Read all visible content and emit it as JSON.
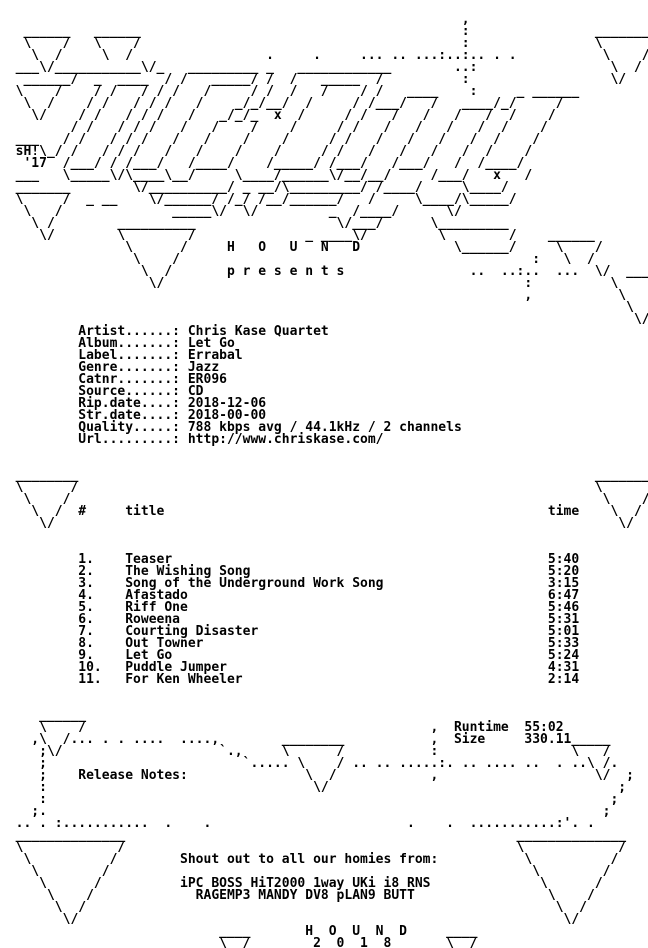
{
  "text_color": "#000000",
  "background_color": "#ffffff",
  "lines": [
    "                                                           ,",
    "   ______   ______                                         :                ________",
    "   \\    /   \\    /                                         :                \\      /",
    "    \\  /     \\  /                 .     .     ... .. ...:..:.. . .           \\    /",
    "  ___\\/___________\\/_   _________ _   ____________        ..:                 \\  /  ______",
    "   ______/  _  ____  / /   _____/ /  /   _____  /          :                  \\/   \\    /",
    "  \\    /    / /   / / /   /     / /  /   /    / /   ____    :     _ ______          \\  /",
    "   \\  /    / /   / / /   /    _/_/__/  /     / /___/   /   ____/_/     /            \\/",
    "    \\/    / /   / / /   /   _/_/_  x  /     / /   /   /   /   /  /    /              ____",
    "         / /   / / /   /   /    /    /     / /   /   /   /   /  /    /               \\  /",
    "  ___   / /   / / /   /   /    /    /     / /   /   /   /   /  /    /                 \\/",
    "  sH!\\_/ /   / / /   /   /    /    /     / /   /   /   /   /  /    /",
    "   '17  /___/ / /___/   /____/    /_____/ /___/   /___/   /  /____/",
    "  ___   \\_____\\/\\____\\__/     \\____/______\\/__/__/     /___/   x   /               x",
    "  _______        \\/__________/ _ __/\\_________/ /____/     \\____/",
    "  \\     /  _ __    \\/______/ /_/ /__/______/   /     \\____/\\_____/",
    "   \\   /              _____\\/  \\/         _  /____/      \\/",
    "    \\ /        __________                  \\/___/      \\_________",
    "     \\/        \\        /              _ ____\\/         \\        /    ______",
    "                \\      /     H   O   U   N   D            \\______/     \\    /",
    "                 \\    /                                             :   \\  /",
    "                  \\  /       p r e s e n t s                ..  ..:..  ...  \\/  ________",
    "                   \\/                                              :          \\      /",
    "                                                                   ,           \\    /",
    "                                                                                \\  /",
    "                                                                                 \\/",
    "          Artist......: Chris Kase Quartet",
    "          Album.......: Let Go",
    "          Label.......: Errabal",
    "          Genre.......: Jazz",
    "          Catnr.......: ER096",
    "          Source......: CD",
    "          Rip.date....: 2018-12-06",
    "          Str.date....: 2018-00-00",
    "          Quality.....: 788 kbps avg / 44.1kHz / 2 channels",
    "          Url.........: http://www.chriskase.com/",
    "",
    "",
    "  ________                                                                  ________",
    "  \\      /                                                                  \\      /",
    "   \\    /                                                                    \\    /",
    "    \\  /  #     title                                                 time    \\  /",
    "     \\/                                                                        \\/",
    "",
    "",
    "          1.    Teaser                                                5:40",
    "          2.    The Wishing Song                                      5:20",
    "          3.    Song of the Underground Work Song                     3:15",
    "          4.    Afastado                                              6:47",
    "          5.    Riff One                                              5:46",
    "          6.    Roweena                                               5:31",
    "          7.    Courting Disaster                                     5:01",
    "          8.    Out Towner                                            5:33",
    "          9.    Let Go                                                5:24",
    "          10.   Puddle Jumper                                         4:31",
    "          11.   For Ken Wheeler                                       2:14",
    "",
    "",
    "     ______",
    "     \\    /                                            ,  Runtime  55:02",
    "    ,\\  /... . . ....  ....,        ________           ,  Size     330.11_____",
    "     ;\\/                    `.,     \\      /           :                 \\   /",
    "     ;                         `..... \\    / .. .. .....:. .. .... ..  . ..\\ /.",
    "     ;    Release Notes:               \\  /            ,                    \\/  ;",
    "     :                                  \\/                                     ;",
    "     :                                                                        ;",
    "    ;.                                                                       ;",
    "  .. . :...........  .    .                         .    .  ...........:'. .",
    "  ______________                                                  ______________",
    "  \\            /                                                  \\            /",
    "   \\          /        Shout out to all our homies from:           \\          /",
    "    \\        /                                                      \\        /",
    "     \\      /          iPC BOSS HiT2000 1way UKi i8 RNS              \\      /",
    "      \\    /             RAGEMP3 MANDY DV8 pLAN9 BUTT                 \\    /",
    "       \\  /                                                            \\  /",
    "        \\/                                                              \\/",
    "                            ____       H  O  U  N  D     ____",
    "                            \\  /        2  0  1  8       \\  /",
    "                             \\/                           \\/"
  ]
}
